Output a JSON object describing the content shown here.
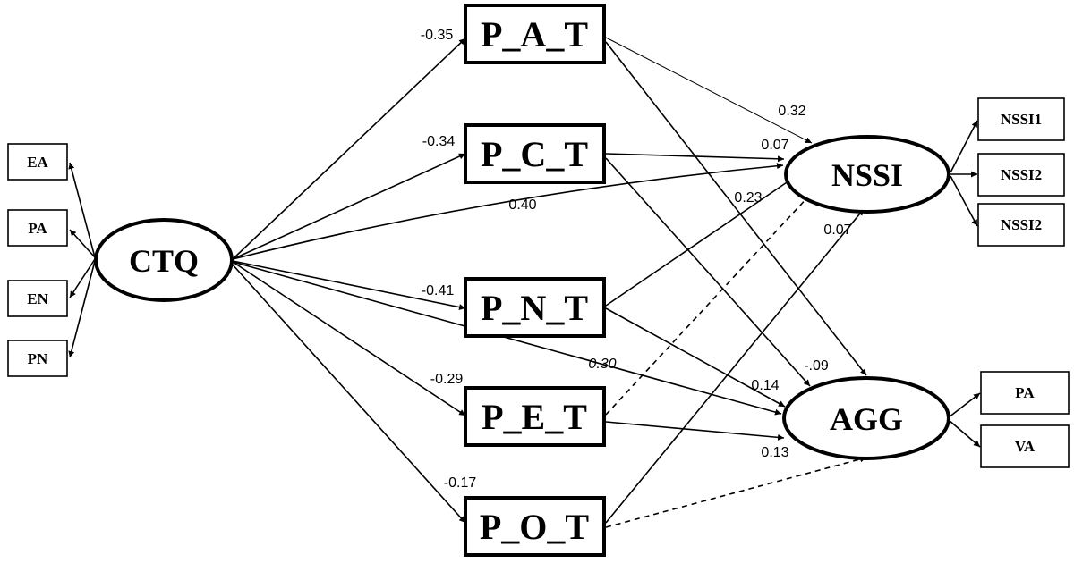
{
  "latent": {
    "ctq": "CTQ",
    "nssi": "NSSI",
    "agg": "AGG"
  },
  "ctq_indicators": [
    "EA",
    "PA",
    "EN",
    "PN"
  ],
  "nssi_indicators": [
    "NSSI1",
    "NSSI2",
    "NSSI2"
  ],
  "agg_indicators": [
    "PA",
    "VA"
  ],
  "mediators": [
    "P_A_T",
    "P_C_T",
    "P_N_T",
    "P_E_T",
    "P_O_T"
  ],
  "coefficients": {
    "ctq_pat": "-0.35",
    "ctq_pct": "-0.34",
    "ctq_nssi": "0.40",
    "ctq_pnt": "-0.41",
    "ctq_agg": "0.30",
    "ctq_pet": "-0.29",
    "ctq_pot": "-0.17",
    "pat_nssi": "0.32",
    "pct_nssi": "0.07",
    "pnt_nssi": "0.23",
    "pot_nssi": "0.07",
    "pat_agg": "-.09",
    "pnt_agg": "0.14",
    "pet_agg": "0.13"
  },
  "colors": {
    "stroke": "#000000",
    "background": "#ffffff"
  }
}
